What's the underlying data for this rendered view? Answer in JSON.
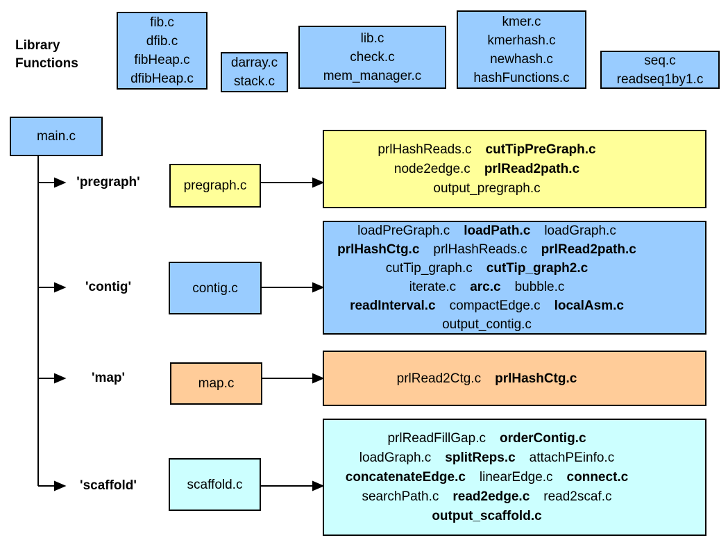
{
  "colors": {
    "blue": "#99CCFF",
    "yellow": "#FFFF99",
    "orange": "#FFCC99",
    "cyan": "#CCFFFF",
    "line": "#000000"
  },
  "library": {
    "label": "Library Functions",
    "boxes": [
      {
        "name": "fib-heap-library-box",
        "files": [
          "fib.c",
          "dfib.c",
          "fibHeap.c",
          "dfibHeap.c"
        ]
      },
      {
        "name": "darray-stack-library-box",
        "files": [
          "darray.c",
          "stack.c"
        ]
      },
      {
        "name": "lib-check-mem-library-box",
        "files": [
          "lib.c",
          "check.c",
          "mem_manager.c"
        ]
      },
      {
        "name": "kmer-hash-library-box",
        "files": [
          "kmer.c",
          "kmerhash.c",
          "newhash.c",
          "hashFunctions.c"
        ]
      },
      {
        "name": "seq-library-box",
        "files": [
          "seq.c",
          "readseq1by1.c"
        ]
      }
    ]
  },
  "main_module": {
    "label": "main.c"
  },
  "branches": [
    {
      "label": "'pregraph'",
      "module": "pregraph.c",
      "files_lines": [
        [
          {
            "t": "prlHashReads.c",
            "b": false
          },
          {
            "t": "cutTipPreGraph.c",
            "b": true
          }
        ],
        [
          {
            "t": "node2edge.c",
            "b": false
          },
          {
            "t": "prlRead2path.c",
            "b": true
          }
        ],
        [
          {
            "t": "output_pregraph.c",
            "b": false
          }
        ]
      ]
    },
    {
      "label": "'contig'",
      "module": "contig.c",
      "files_lines": [
        [
          {
            "t": "loadPreGraph.c",
            "b": false
          },
          {
            "t": "loadPath.c",
            "b": true
          },
          {
            "t": "loadGraph.c",
            "b": false
          }
        ],
        [
          {
            "t": "prlHashCtg.c",
            "b": true
          },
          {
            "t": "prlHashReads.c",
            "b": false
          },
          {
            "t": "prlRead2path.c",
            "b": true
          }
        ],
        [
          {
            "t": "cutTip_graph.c",
            "b": false
          },
          {
            "t": "cutTip_graph2.c",
            "b": true
          }
        ],
        [
          {
            "t": "iterate.c",
            "b": false
          },
          {
            "t": "arc.c",
            "b": true
          },
          {
            "t": "bubble.c",
            "b": false
          }
        ],
        [
          {
            "t": "readInterval.c",
            "b": true
          },
          {
            "t": "compactEdge.c",
            "b": false
          },
          {
            "t": "localAsm.c",
            "b": true
          }
        ],
        [
          {
            "t": "output_contig.c",
            "b": false
          }
        ]
      ]
    },
    {
      "label": "'map'",
      "module": "map.c",
      "files_lines": [
        [
          {
            "t": "prlRead2Ctg.c",
            "b": false
          },
          {
            "t": "prlHashCtg.c",
            "b": true
          }
        ]
      ]
    },
    {
      "label": "'scaffold'",
      "module": "scaffold.c",
      "files_lines": [
        [
          {
            "t": "prlReadFillGap.c",
            "b": false
          },
          {
            "t": "orderContig.c",
            "b": true
          }
        ],
        [
          {
            "t": "loadGraph.c",
            "b": false
          },
          {
            "t": "splitReps.c",
            "b": true
          },
          {
            "t": "attachPEinfo.c",
            "b": false
          }
        ],
        [
          {
            "t": "concatenateEdge.c",
            "b": true
          },
          {
            "t": "linearEdge.c",
            "b": false
          },
          {
            "t": "connect.c",
            "b": true
          }
        ],
        [
          {
            "t": "searchPath.c",
            "b": false
          },
          {
            "t": "read2edge.c",
            "b": true
          },
          {
            "t": "read2scaf.c",
            "b": false
          }
        ],
        [
          {
            "t": "output_scaffold.c",
            "b": true
          }
        ]
      ]
    }
  ]
}
